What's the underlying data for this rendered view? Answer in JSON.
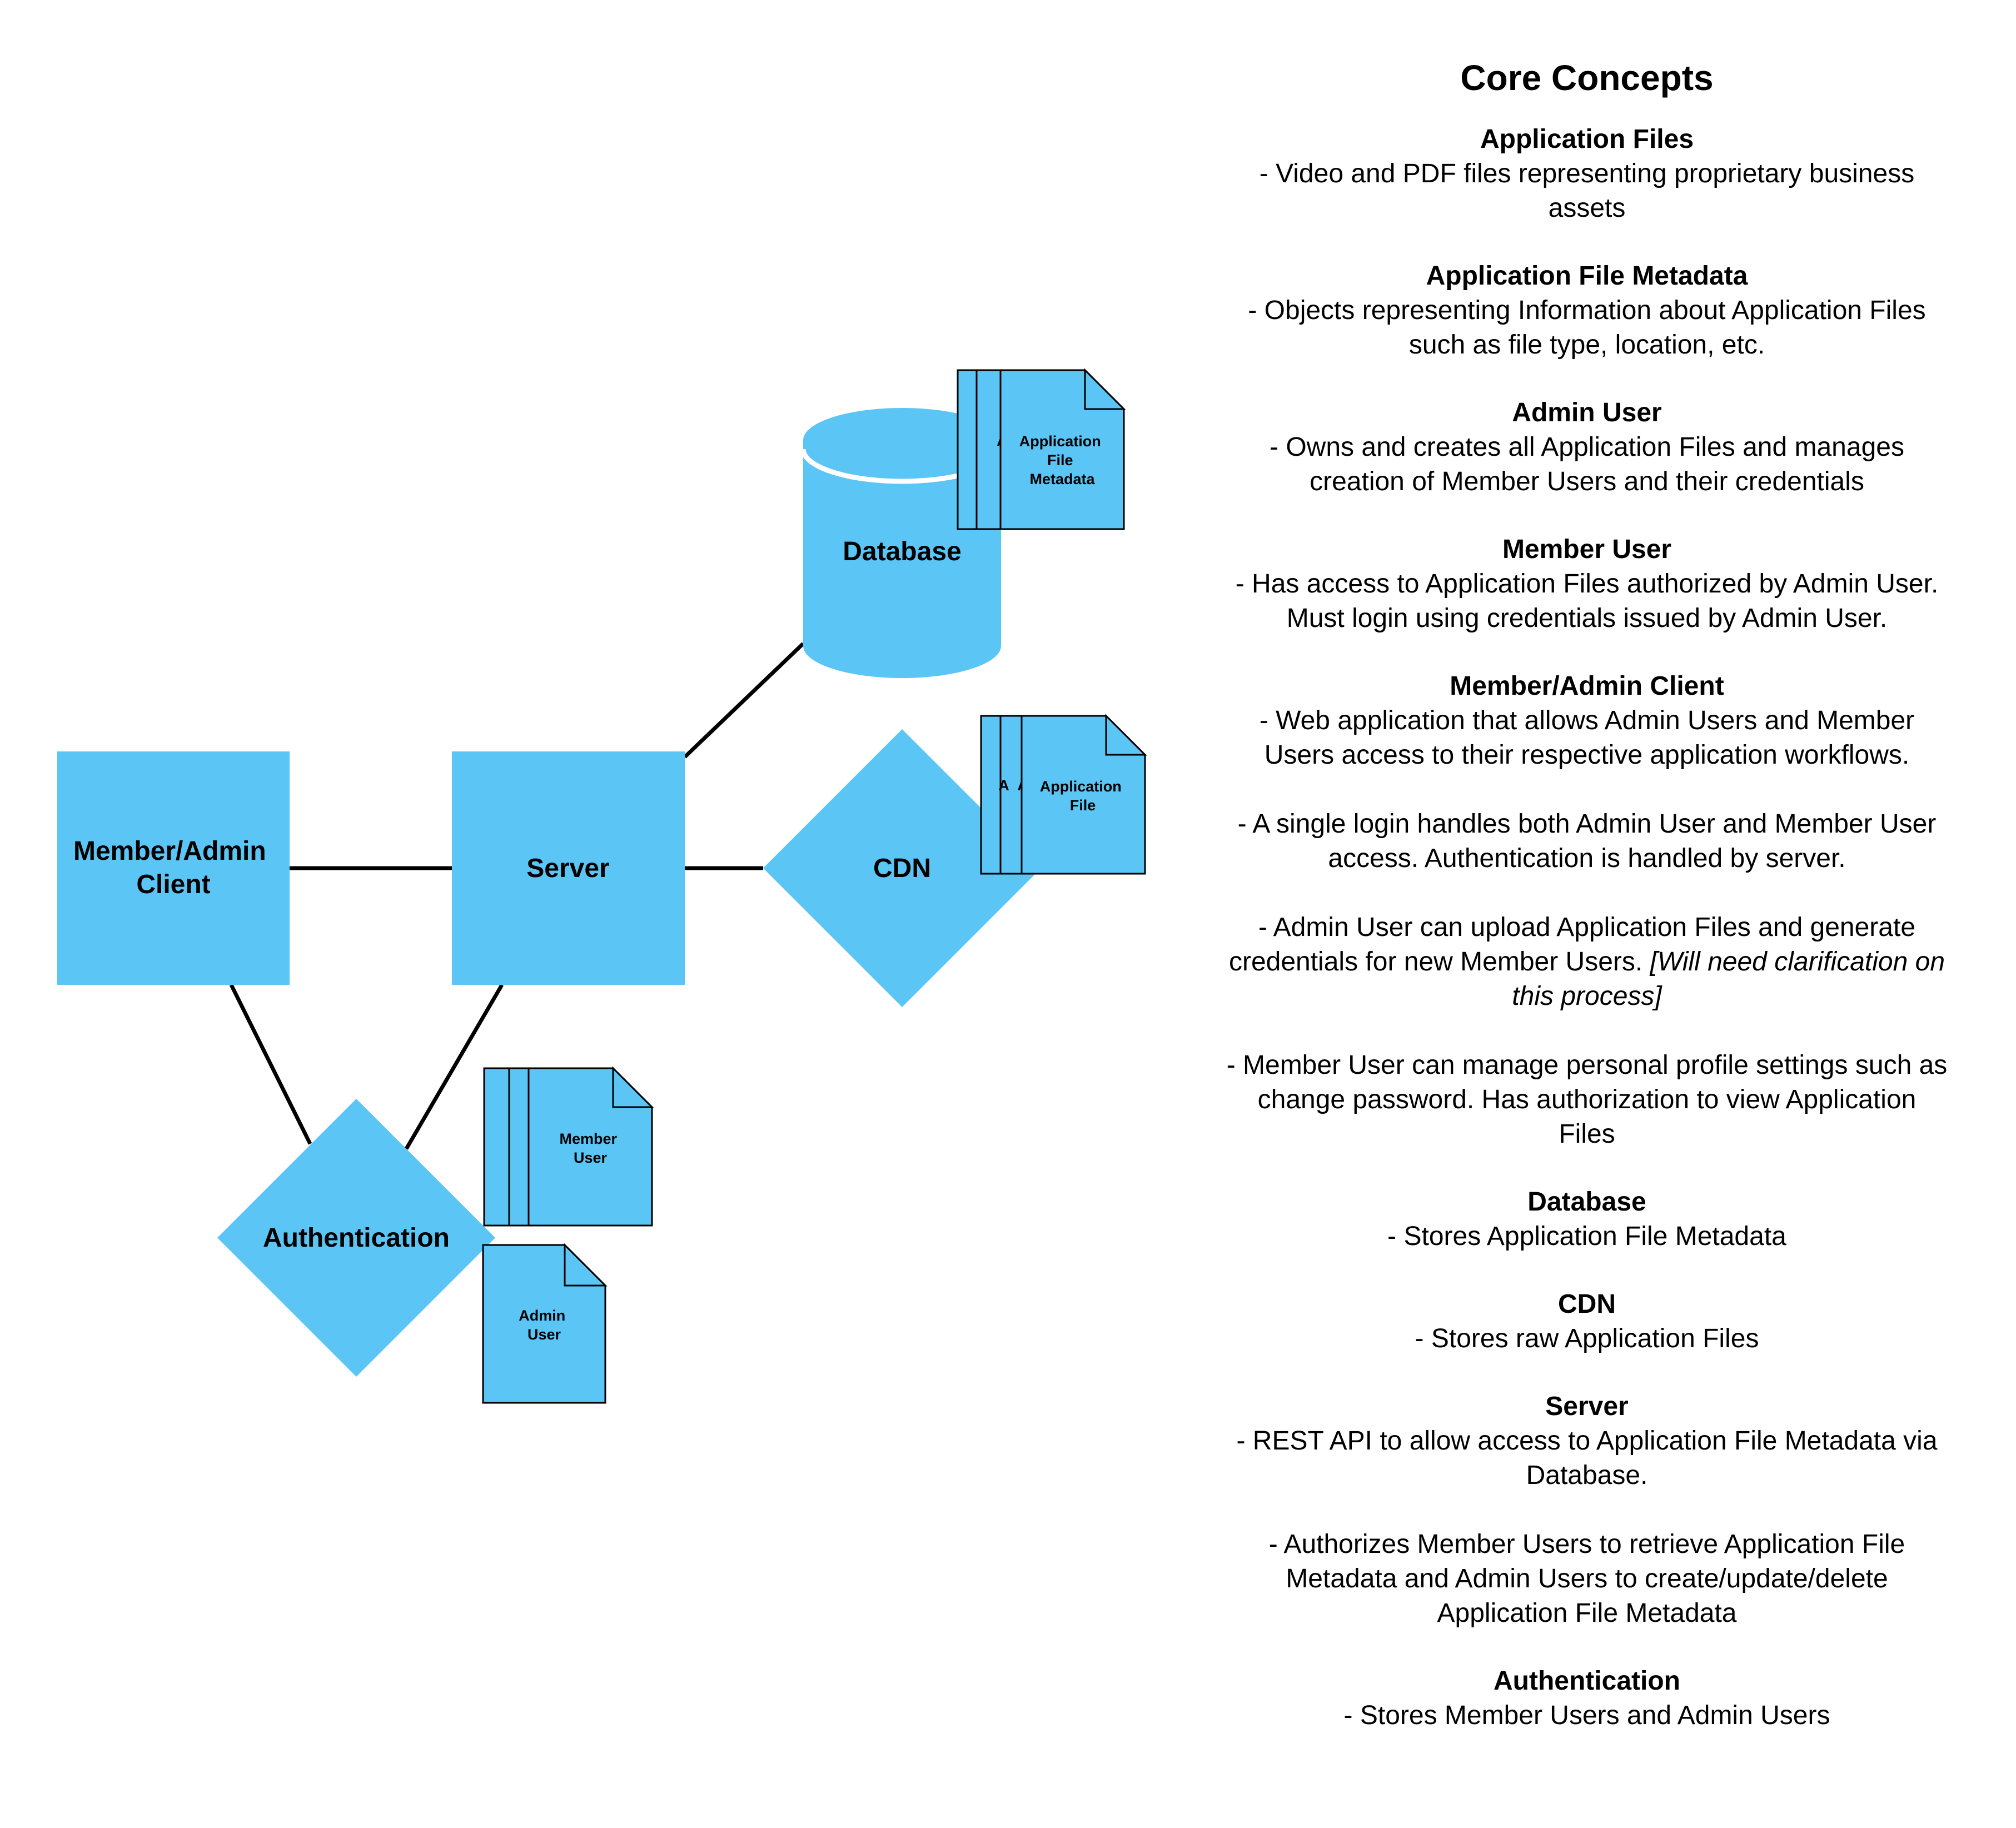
{
  "colors": {
    "node_fill": "#5bc5f5",
    "edge": "#000000",
    "background": "#ffffff"
  },
  "nodes": {
    "client": {
      "label_lines": [
        "Member/Admin",
        "Client"
      ],
      "shape": "square"
    },
    "server": {
      "label_lines": [
        "Server"
      ],
      "shape": "square"
    },
    "database": {
      "label_lines": [
        "Database"
      ],
      "shape": "cylinder"
    },
    "cdn": {
      "label_lines": [
        "CDN"
      ],
      "shape": "diamond"
    },
    "authentication": {
      "label_lines": [
        "Authentication"
      ],
      "shape": "diamond"
    }
  },
  "documents": {
    "db_metadata": {
      "label_lines": [
        "Application",
        "File",
        "Metadata"
      ],
      "stack_partial_label": "A",
      "stacked": true
    },
    "cdn_files": {
      "label_lines": [
        "Application",
        "File"
      ],
      "stack_partial_label": "A",
      "stacked": true
    },
    "auth_member": {
      "label_lines": [
        "Member",
        "User"
      ],
      "stacked": true
    },
    "auth_admin": {
      "label_lines": [
        "Admin",
        "User"
      ],
      "stacked": false
    }
  },
  "connections": [
    {
      "from": "client",
      "to": "server"
    },
    {
      "from": "server",
      "to": "database"
    },
    {
      "from": "server",
      "to": "cdn"
    },
    {
      "from": "client",
      "to": "authentication"
    },
    {
      "from": "server",
      "to": "authentication"
    }
  ],
  "concepts": {
    "title": "Core Concepts",
    "sections": [
      {
        "heading": "Application Files",
        "paragraphs": [
          [
            {
              "text": "- Video and PDF files representing proprietary business"
            },
            {
              "text": "assets"
            }
          ]
        ]
      },
      {
        "heading": "Application File Metadata",
        "paragraphs": [
          [
            {
              "text": "- Objects representing Information about Application Files"
            },
            {
              "text": "such as file type, location, etc."
            }
          ]
        ]
      },
      {
        "heading": "Admin User",
        "paragraphs": [
          [
            {
              "text": "- Owns and creates all Application Files and manages"
            },
            {
              "text": "creation of Member Users and their credentials"
            }
          ]
        ]
      },
      {
        "heading": "Member User",
        "paragraphs": [
          [
            {
              "text": "- Has access to Application Files authorized by Admin User."
            },
            {
              "text": "Must login using credentials issued by Admin User."
            }
          ]
        ]
      },
      {
        "heading": "Member/Admin Client",
        "paragraphs": [
          [
            {
              "text": "- Web application that allows Admin Users and Member"
            },
            {
              "text": "Users access to their respective application workflows."
            }
          ],
          [
            {
              "text": "- A single login handles both Admin User and Member User"
            },
            {
              "text": "access. Authentication is handled by server."
            }
          ],
          [
            {
              "text": "- Admin User can upload Application Files and generate"
            },
            {
              "text": "credentials for new Member Users. ",
              "italic_tail": "[Will need clarification on"
            },
            {
              "text": "this process]",
              "italic": true
            }
          ],
          [
            {
              "text": "- Member User can manage personal profile settings such as"
            },
            {
              "text": "change password. Has authorization to view Application"
            },
            {
              "text": "Files"
            }
          ]
        ]
      },
      {
        "heading": "Database",
        "paragraphs": [
          [
            {
              "text": "- Stores Application File Metadata"
            }
          ]
        ]
      },
      {
        "heading": "CDN",
        "paragraphs": [
          [
            {
              "text": "- Stores raw Application Files"
            }
          ]
        ]
      },
      {
        "heading": "Server",
        "paragraphs": [
          [
            {
              "text": "- REST API to allow access to Application File Metadata via"
            },
            {
              "text": "Database."
            }
          ],
          [
            {
              "text": "- Authorizes Member Users to retrieve Application File"
            },
            {
              "text": "Metadata and Admin Users to create/update/delete"
            },
            {
              "text": "Application File Metadata"
            }
          ]
        ]
      },
      {
        "heading": "Authentication",
        "paragraphs": [
          [
            {
              "text": "- Stores Member Users and Admin Users"
            }
          ]
        ]
      }
    ]
  }
}
